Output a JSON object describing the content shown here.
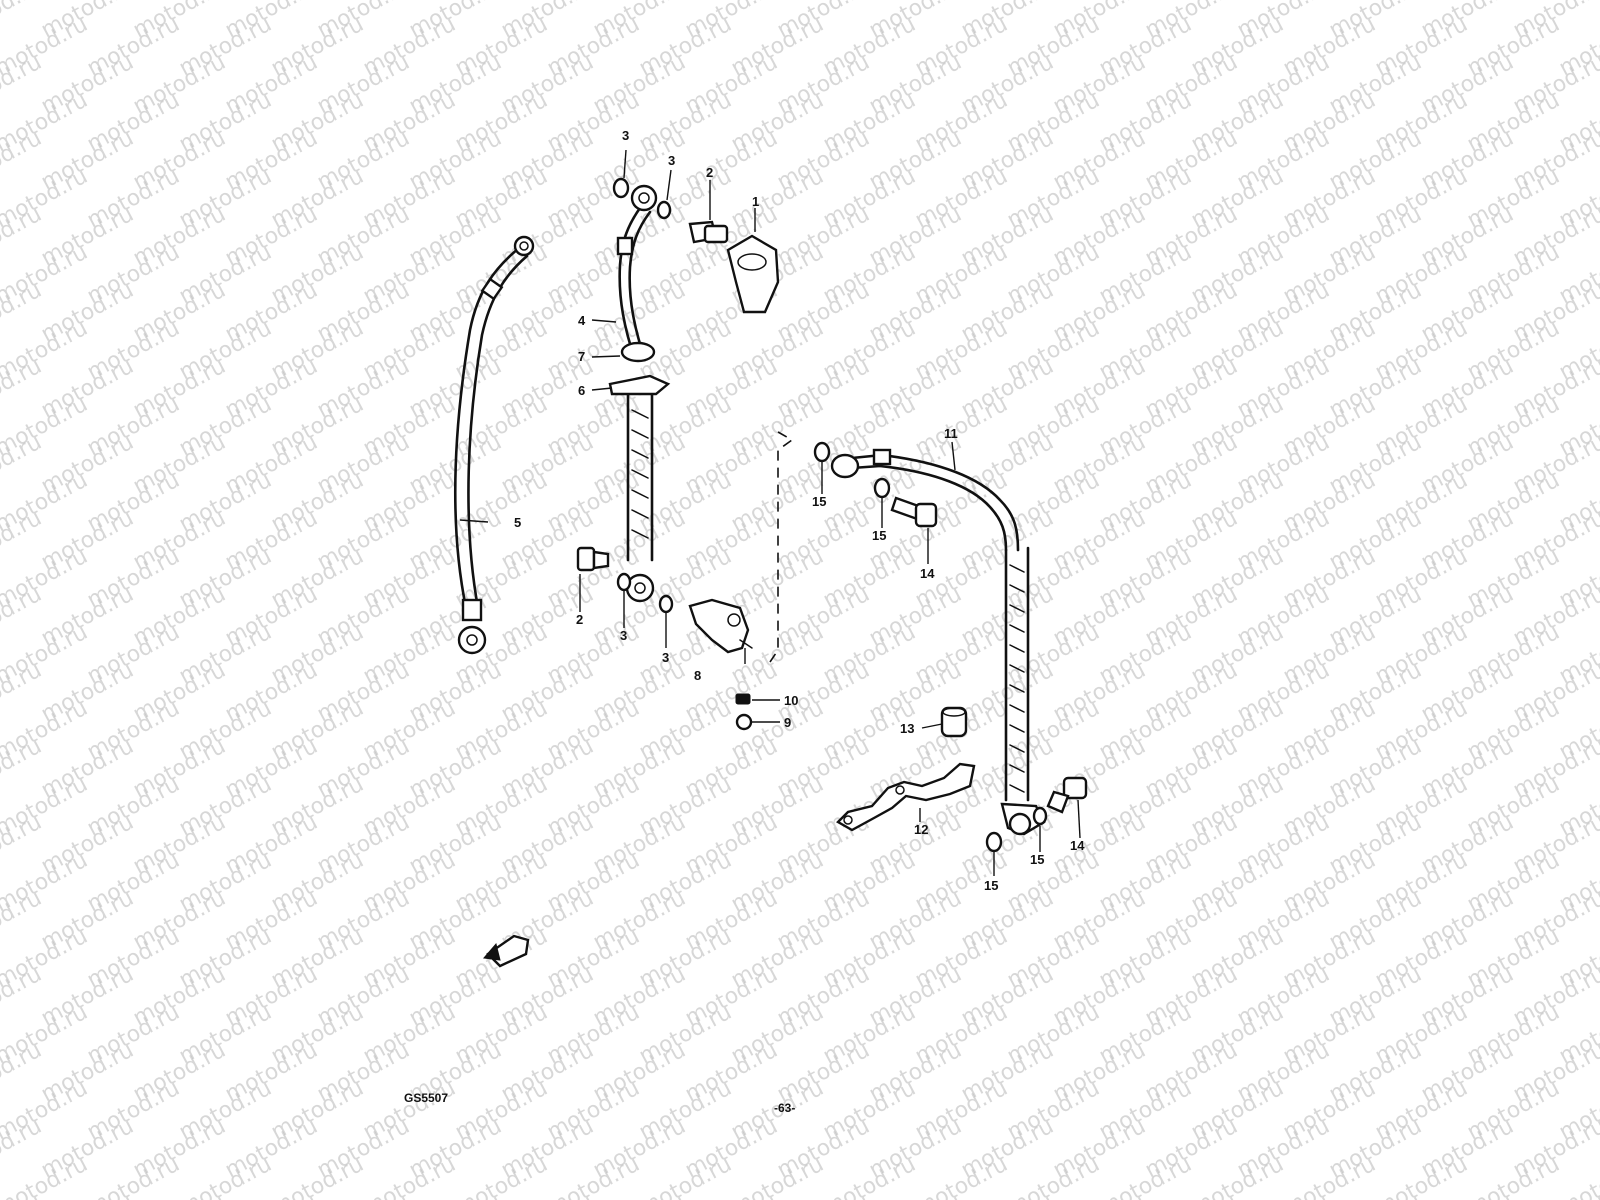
{
  "watermark": {
    "text": "motod.ru",
    "color": "#b8b8b8"
  },
  "callouts": [
    {
      "id": "c1",
      "text": "1"
    },
    {
      "id": "c2a",
      "text": "2"
    },
    {
      "id": "c2b",
      "text": "2"
    },
    {
      "id": "c3a",
      "text": "3"
    },
    {
      "id": "c3b",
      "text": "3"
    },
    {
      "id": "c3c",
      "text": "3"
    },
    {
      "id": "c3d",
      "text": "3"
    },
    {
      "id": "c4",
      "text": "4"
    },
    {
      "id": "c5",
      "text": "5"
    },
    {
      "id": "c6",
      "text": "6"
    },
    {
      "id": "c7",
      "text": "7"
    },
    {
      "id": "c8",
      "text": "8"
    },
    {
      "id": "c9",
      "text": "9"
    },
    {
      "id": "c10",
      "text": "10"
    },
    {
      "id": "c11",
      "text": "11"
    },
    {
      "id": "c12",
      "text": "12"
    },
    {
      "id": "c13",
      "text": "13"
    },
    {
      "id": "c14a",
      "text": "14"
    },
    {
      "id": "c14b",
      "text": "14"
    },
    {
      "id": "c15a",
      "text": "15"
    },
    {
      "id": "c15b",
      "text": "15"
    },
    {
      "id": "c15c",
      "text": "15"
    },
    {
      "id": "c15d",
      "text": "15"
    }
  ],
  "footer": {
    "code": "GS5507",
    "page": "-63-"
  }
}
